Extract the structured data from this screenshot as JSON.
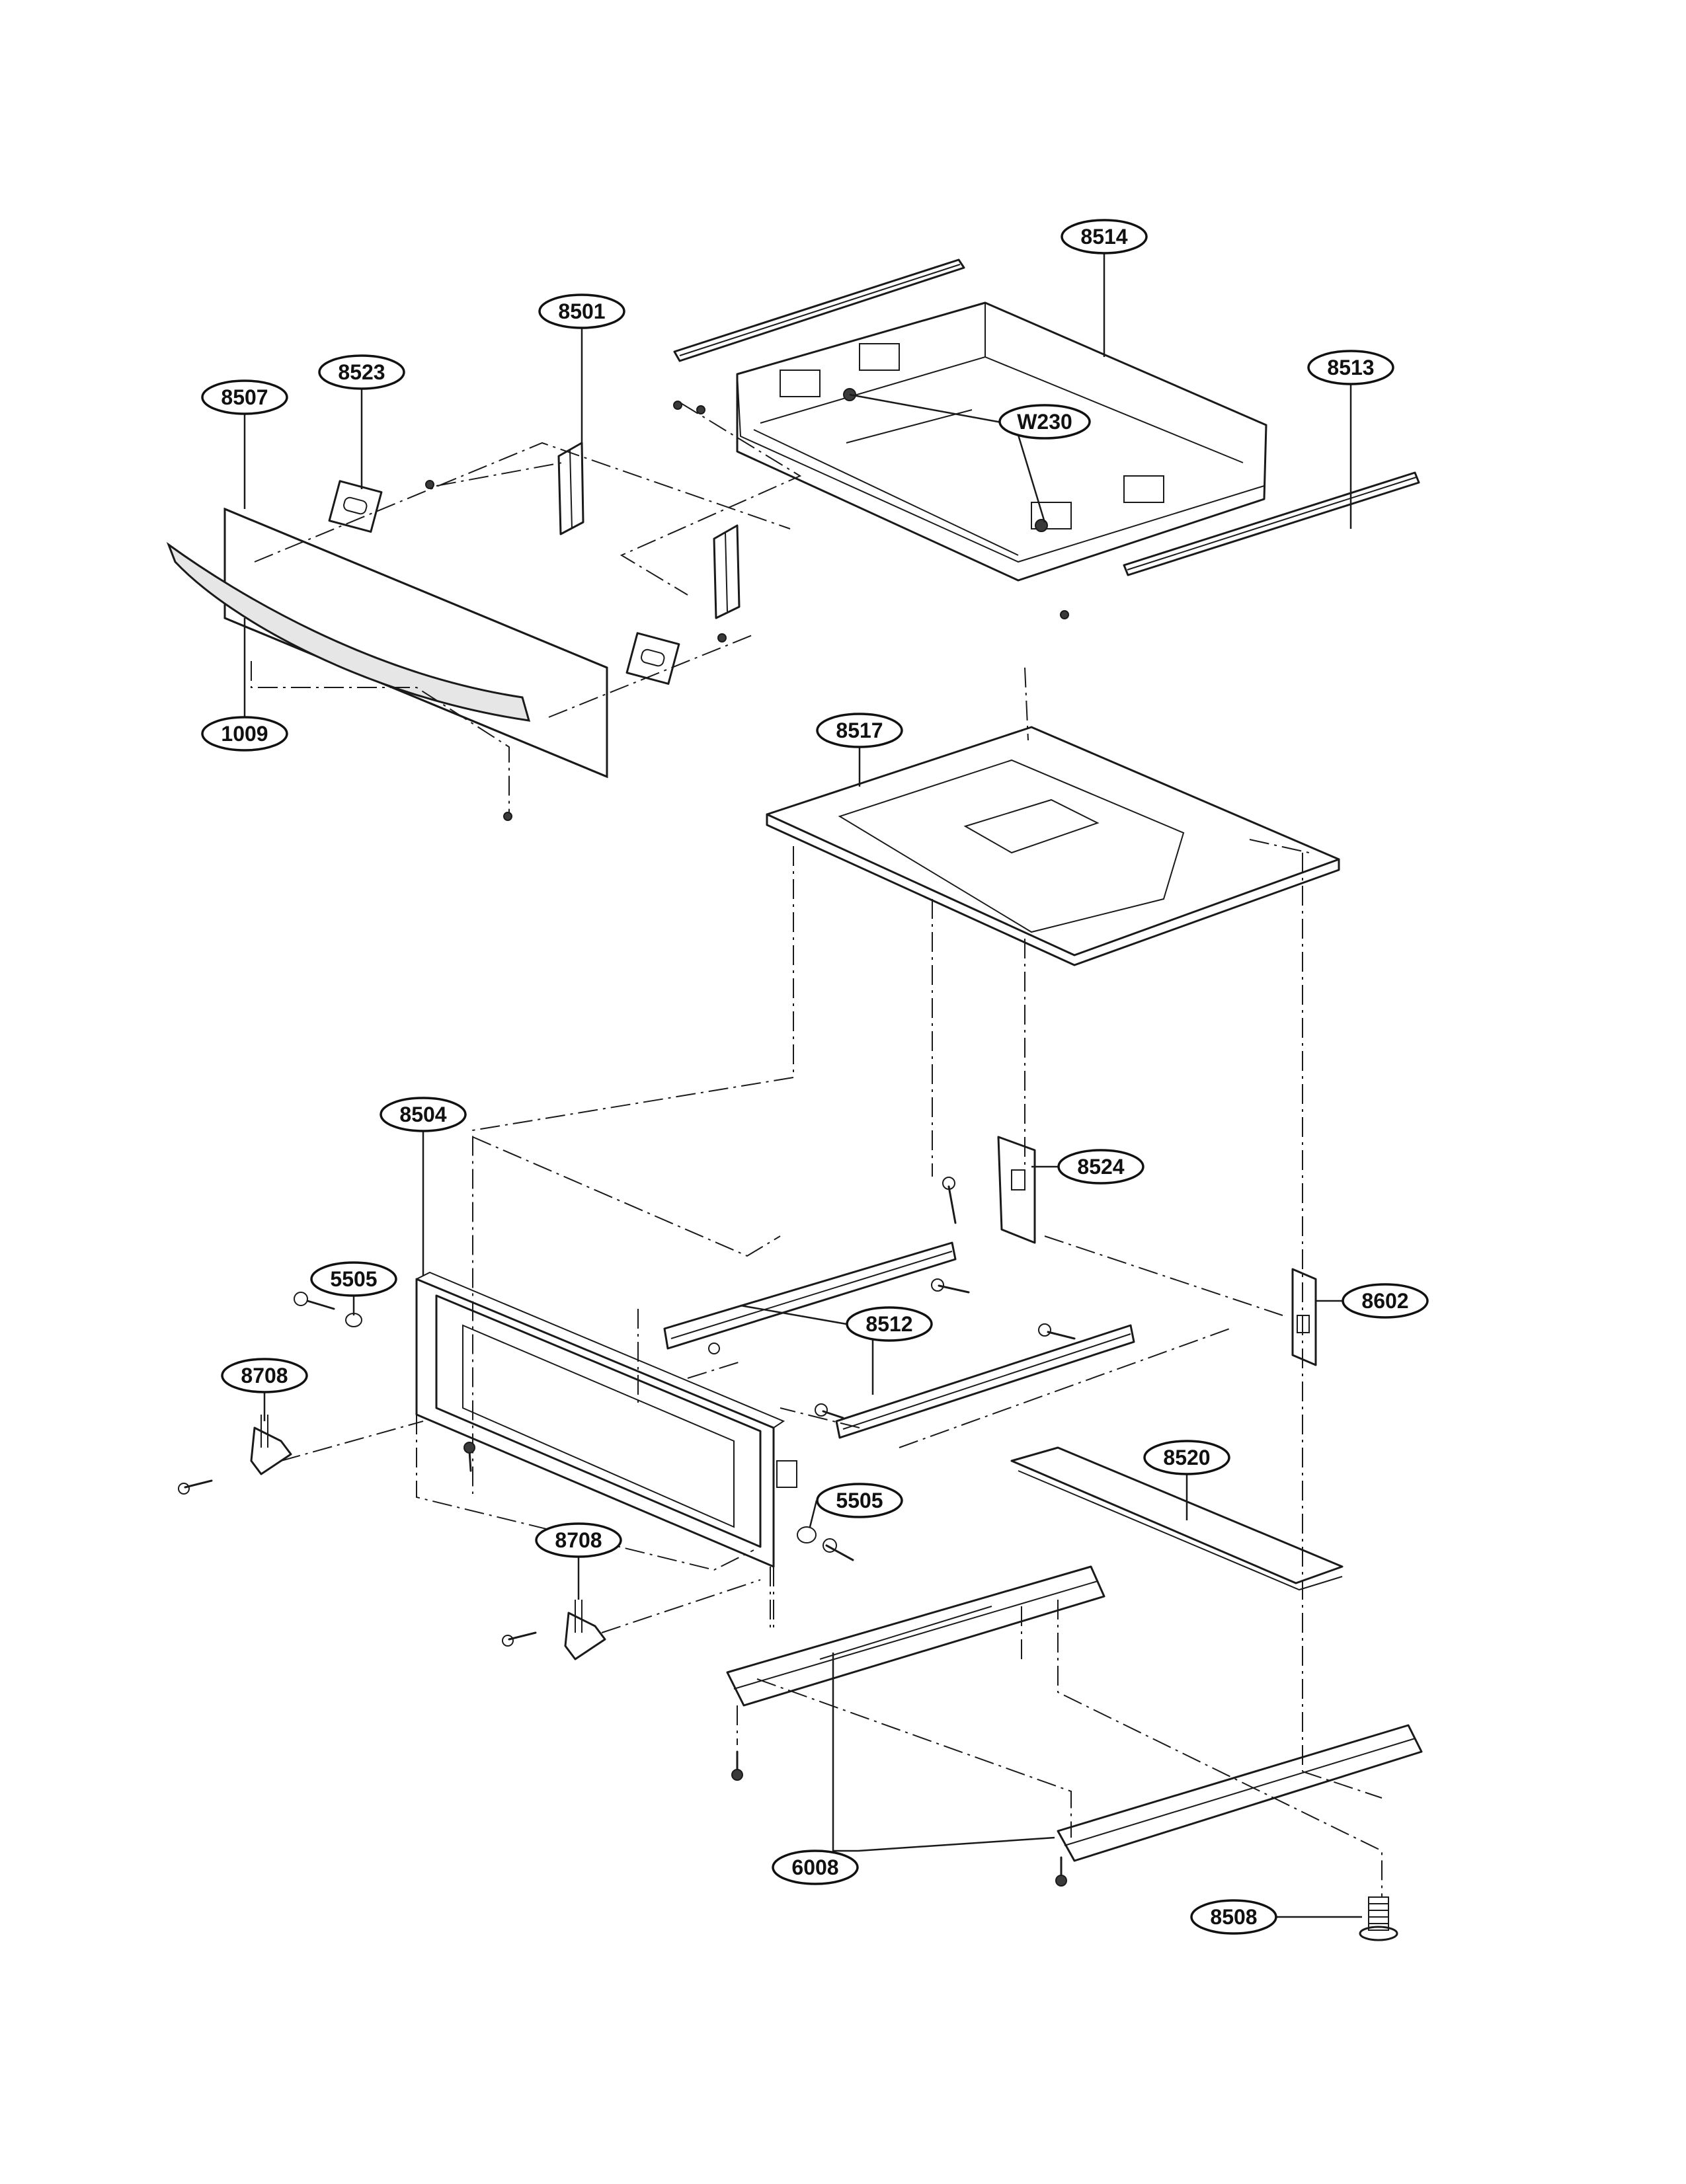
{
  "diagram": {
    "callouts": [
      {
        "id": "c8514",
        "label": "8514"
      },
      {
        "id": "c8501",
        "label": "8501"
      },
      {
        "id": "c8523",
        "label": "8523"
      },
      {
        "id": "c8507",
        "label": "8507"
      },
      {
        "id": "c8513",
        "label": "8513"
      },
      {
        "id": "cW230",
        "label": "W230"
      },
      {
        "id": "c1009",
        "label": "1009"
      },
      {
        "id": "c8517",
        "label": "8517"
      },
      {
        "id": "c8504",
        "label": "8504"
      },
      {
        "id": "c8524",
        "label": "8524"
      },
      {
        "id": "c5505a",
        "label": "5505"
      },
      {
        "id": "c8512",
        "label": "8512"
      },
      {
        "id": "c8602",
        "label": "8602"
      },
      {
        "id": "c8708a",
        "label": "8708"
      },
      {
        "id": "c8520",
        "label": "8520"
      },
      {
        "id": "c5505b",
        "label": "5505"
      },
      {
        "id": "c8708b",
        "label": "8708"
      },
      {
        "id": "c6008",
        "label": "6008"
      },
      {
        "id": "c8508",
        "label": "8508"
      }
    ]
  }
}
